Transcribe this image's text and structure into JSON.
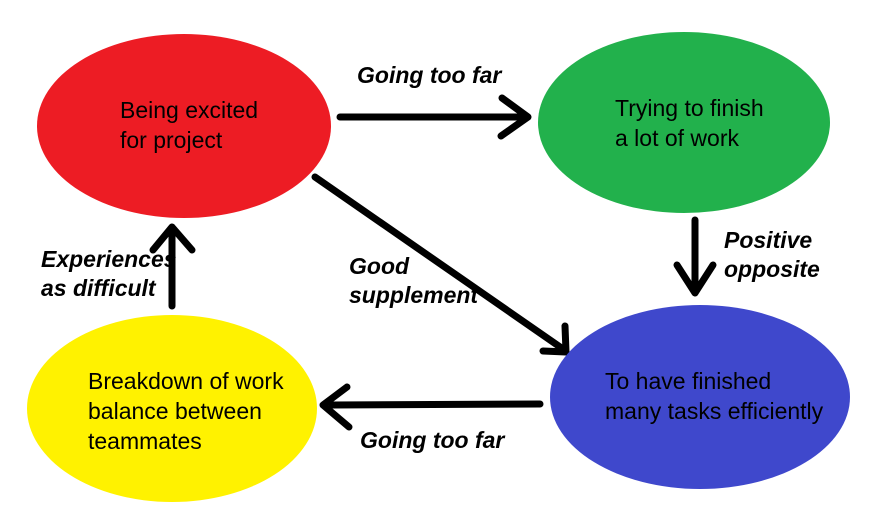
{
  "diagram": {
    "nodes": [
      {
        "id": "being-excited",
        "label": "Being excited\nfor project",
        "color": "#ED1C24"
      },
      {
        "id": "trying-to-finish",
        "label": "Trying to finish\na lot of work",
        "color": "#22B14C"
      },
      {
        "id": "have-finished",
        "label": "To have finished\nmany tasks efficiently",
        "color": "#3F48CC"
      },
      {
        "id": "breakdown",
        "label": "Breakdown of work\nbalance between\nteammates",
        "color": "#FFF200"
      }
    ],
    "edges": [
      {
        "from": "being-excited",
        "to": "trying-to-finish",
        "label": "Going too far"
      },
      {
        "from": "trying-to-finish",
        "to": "have-finished",
        "label": "Positive\nopposite"
      },
      {
        "from": "being-excited",
        "to": "have-finished",
        "label": "Good\nsupplement"
      },
      {
        "from": "have-finished",
        "to": "breakdown",
        "label": "Going too far"
      },
      {
        "from": "breakdown",
        "to": "being-excited",
        "label": "Experiences\nas difficult"
      }
    ],
    "colors": {
      "background": "#FFFFFF",
      "arrow": "#000000",
      "text": "#000000"
    }
  }
}
